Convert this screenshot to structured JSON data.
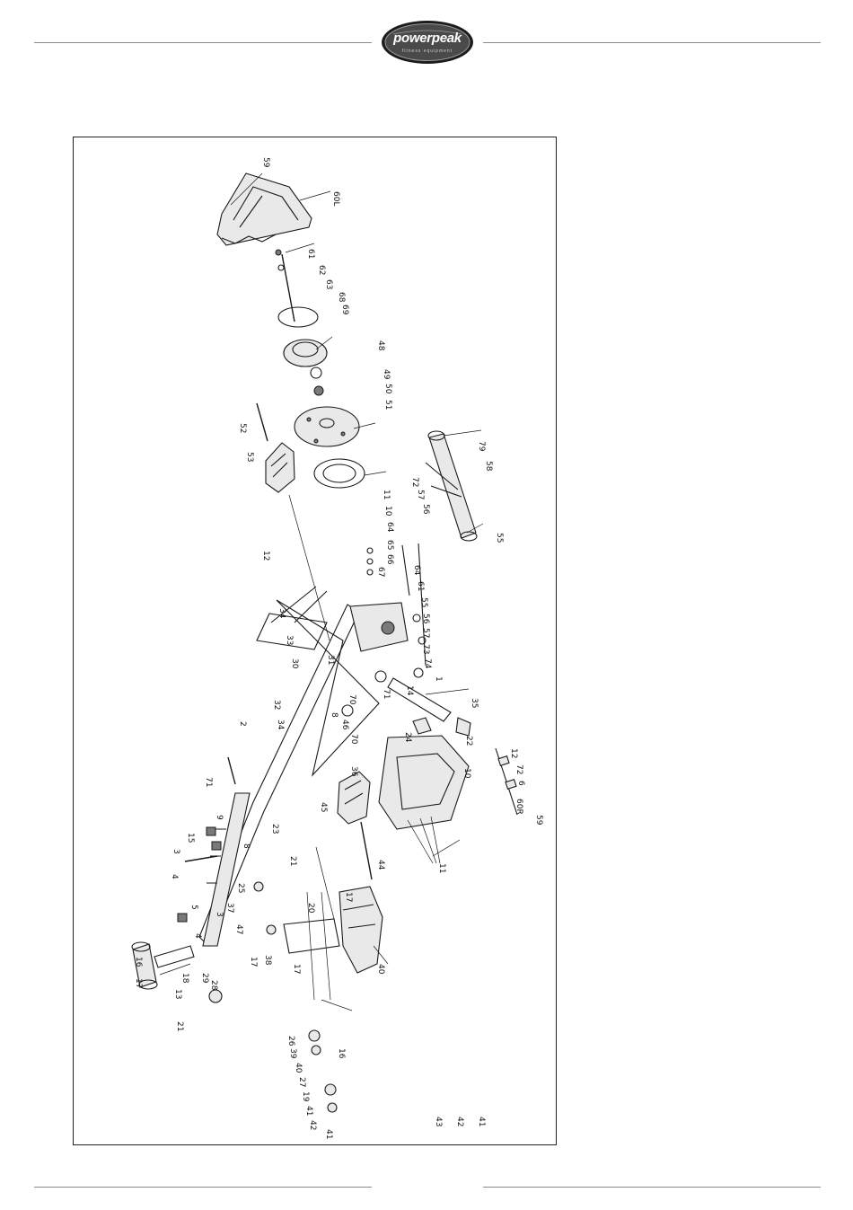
{
  "header": {
    "brand_name": "powerpeak",
    "brand_tagline": "fitness equipment",
    "brand_colors": {
      "badge": "#3a3a3a",
      "text": "#ffffff"
    }
  },
  "diagram": {
    "callouts": [
      "59",
      "60L",
      "61",
      "62",
      "63",
      "68",
      "69",
      "48",
      "49",
      "50",
      "51",
      "52",
      "53",
      "12",
      "11",
      "10",
      "64",
      "65",
      "66",
      "67",
      "64",
      "61",
      "55",
      "56",
      "57",
      "73",
      "74",
      "1",
      "79",
      "58",
      "72",
      "57",
      "56",
      "55",
      "34",
      "33",
      "30",
      "31",
      "32",
      "34",
      "71",
      "14",
      "8",
      "70",
      "46",
      "70",
      "35",
      "2",
      "71",
      "15",
      "9",
      "8",
      "23",
      "36",
      "45",
      "44",
      "24",
      "22",
      "10",
      "11",
      "12",
      "72",
      "6",
      "60R",
      "59",
      "3",
      "4",
      "5",
      "4",
      "3",
      "47",
      "37",
      "25",
      "17",
      "21",
      "20",
      "17",
      "40",
      "16",
      "17",
      "18",
      "13",
      "29",
      "28",
      "38",
      "17",
      "21",
      "16",
      "26",
      "39",
      "40",
      "27",
      "19",
      "41",
      "42",
      "41",
      "43",
      "42",
      "41"
    ]
  }
}
